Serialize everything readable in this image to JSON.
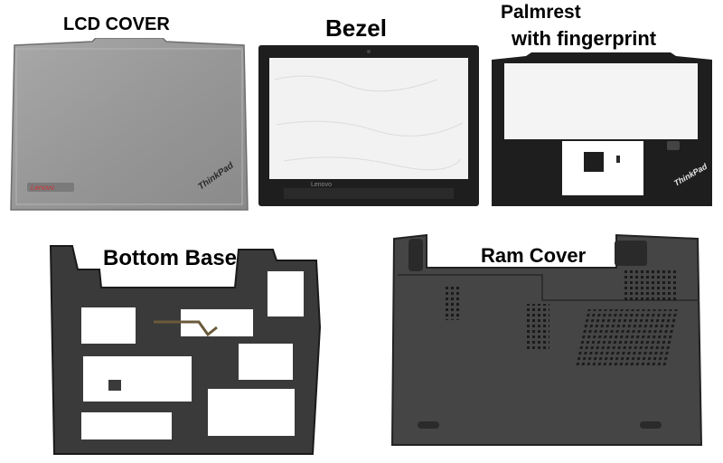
{
  "labels": {
    "lcd_cover": "LCD COVER",
    "bezel": "Bezel",
    "palmrest_line1": "Palmrest",
    "palmrest_line2": "with fingerprint",
    "bottom_base": "Bottom Base",
    "ram_cover": "Ram Cover"
  },
  "brand": {
    "lcd_logo": "ThinkPad",
    "lcd_badge": "Lenovo",
    "bezel_logo": "Lenovo",
    "palmrest_logo": "ThinkPad"
  },
  "colors": {
    "lcd_silver": "#9a9a9a",
    "plastic_black": "#1e1e1e",
    "background": "#ffffff"
  }
}
